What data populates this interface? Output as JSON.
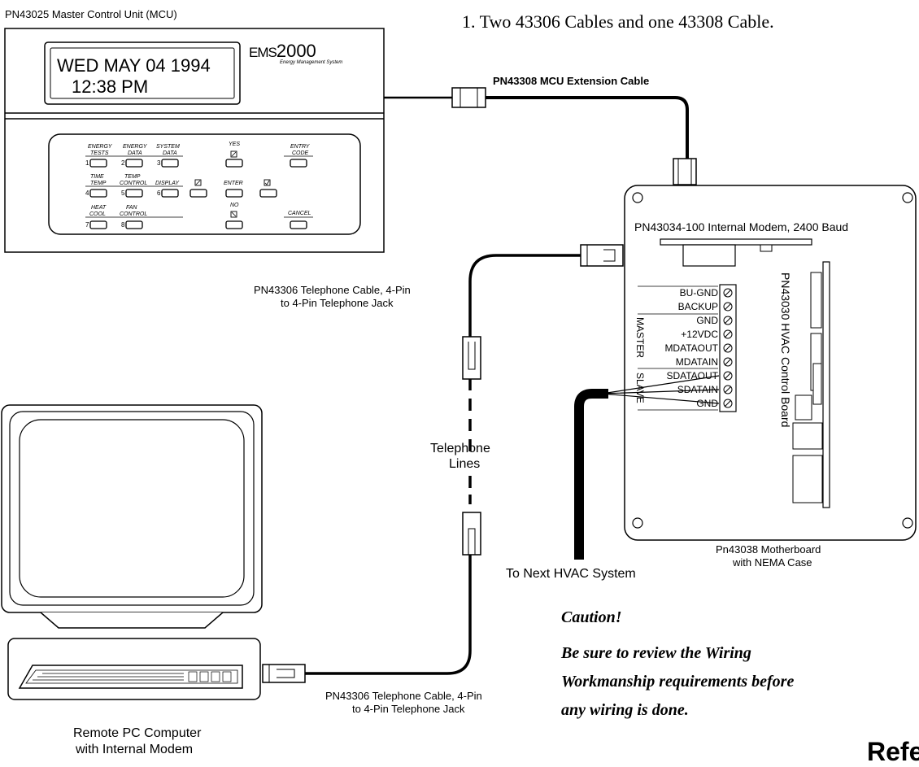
{
  "mcu": {
    "title": "PN43025 Master Control Unit (MCU)",
    "lcd_line1": "WED MAY 04  1994",
    "lcd_line2": "12:38 PM",
    "logo_mark": "EMS",
    "logo_number": "2000",
    "logo_subtitle": "Energy Management System",
    "keys": {
      "energy_tests_1": "ENERGY",
      "energy_tests_2": "TESTS",
      "energy_data_1": "ENERGY",
      "energy_data_2": "DATA",
      "system_data_1": "SYSTEM",
      "system_data_2": "DATA",
      "yes": "YES",
      "entry_code_1": "ENTRY",
      "entry_code_2": "CODE",
      "time_temp_1": "TIME",
      "time_temp_2": "TEMP",
      "temp_control_1": "TEMP",
      "temp_control_2": "CONTROL",
      "display": "DISPLAY",
      "enter": "ENTER",
      "heat_cool_1": "HEAT",
      "heat_cool_2": "COOL",
      "fan_control_1": "FAN",
      "fan_control_2": "CONTROL",
      "no": "NO",
      "cancel": "CANCEL",
      "num1": "1",
      "num2": "2",
      "num3": "3",
      "num4": "4",
      "num5": "5",
      "num6": "6",
      "num7": "7",
      "num8": "8"
    }
  },
  "requirement_item": "1.  Two 43306 Cables and one  43308 Cable.",
  "extension_cable_label": "PN43308 MCU Extension Cable",
  "modem_label": "PN43034-100 Internal Modem, 2400 Baud",
  "control_board_label": "PN43030 HVAC Control Board",
  "terminals": [
    "BU-GND",
    "BACKUP",
    "GND",
    "+12VDC",
    "MDATAOUT",
    "MDATAIN",
    "SDATAOUT",
    "SDATAIN",
    "GND"
  ],
  "master_label": "MASTER",
  "slave_label": "SLAVE",
  "motherboard_label_1": "Pn43038 Motherboard",
  "motherboard_label_2": "with NEMA Case",
  "tel_cable_upper_1": "PN43306 Telephone Cable, 4-Pin",
  "tel_cable_upper_2": "to 4-Pin Telephone Jack",
  "telephone_lines_1": "Telephone",
  "telephone_lines_2": "Lines",
  "tel_cable_lower_1": "PN43306 Telephone Cable, 4-Pin",
  "tel_cable_lower_2": "to 4-Pin Telephone Jack",
  "to_next_hvac": "To Next HVAC System",
  "caution_title": "Caution!",
  "caution_line1": "Be sure to review the Wiring",
  "caution_line2": "Workmanship requirements before",
  "caution_line3": "any wiring is done.",
  "pc_label_1": "Remote PC Computer",
  "pc_label_2": "with Internal Modem",
  "ref_fragment": "Refe"
}
